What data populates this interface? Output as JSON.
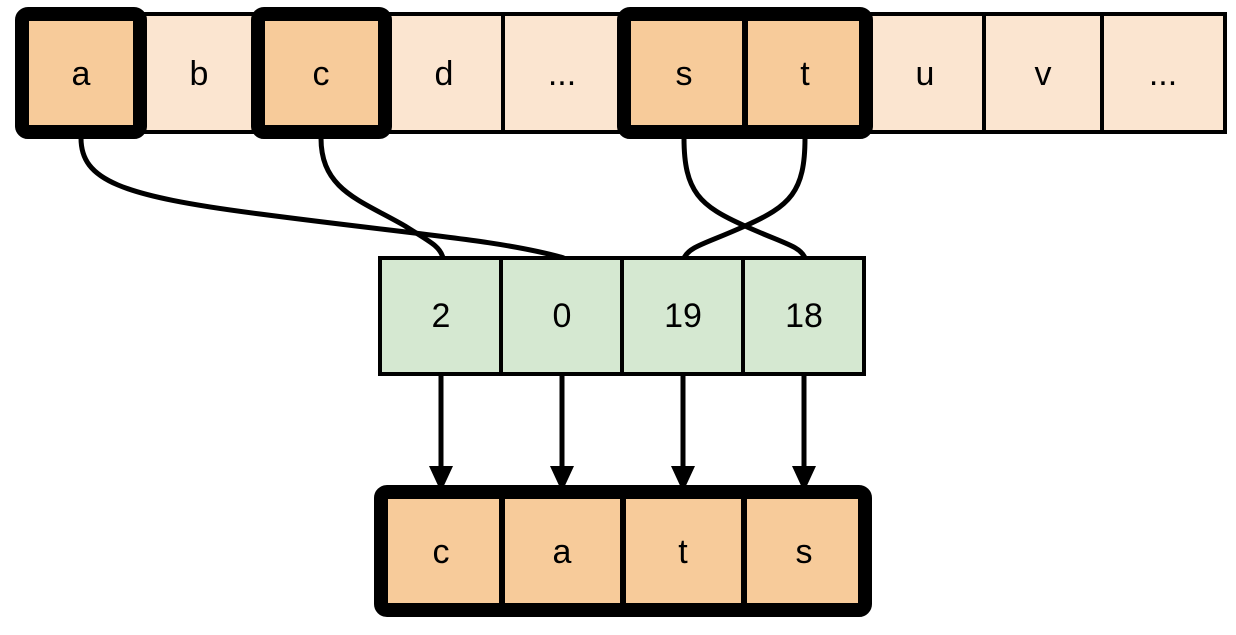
{
  "title": "Character index lookup diagram",
  "colors": {
    "highlight_fill": "#f7cb9a",
    "plain_fill": "#fbe5d0",
    "index_fill": "#d5e8d1",
    "result_fill": "#f7cb9a",
    "stroke": "#000000",
    "background": "#ffffff"
  },
  "alphabet_row": {
    "name": "alphabet-strip",
    "cells": [
      {
        "label": "a",
        "highlighted": true
      },
      {
        "label": "b",
        "highlighted": false
      },
      {
        "label": "c",
        "highlighted": true
      },
      {
        "label": "d",
        "highlighted": false
      },
      {
        "label": "...",
        "highlighted": false
      },
      {
        "label": "s",
        "highlighted": true
      },
      {
        "label": "t",
        "highlighted": true
      },
      {
        "label": "u",
        "highlighted": false
      },
      {
        "label": "v",
        "highlighted": false
      },
      {
        "label": "...",
        "highlighted": false
      }
    ]
  },
  "index_row": {
    "name": "index-array",
    "cells": [
      {
        "value": "2"
      },
      {
        "value": "0"
      },
      {
        "value": "19"
      },
      {
        "value": "18"
      }
    ]
  },
  "result_row": {
    "name": "result-word",
    "cells": [
      {
        "label": "c"
      },
      {
        "label": "a"
      },
      {
        "label": "t"
      },
      {
        "label": "s"
      }
    ]
  },
  "links": [
    {
      "from": "a",
      "to": "1",
      "kind": "curve"
    },
    {
      "from": "c",
      "to": "0",
      "kind": "curve"
    },
    {
      "from": "s",
      "to": "3",
      "kind": "curve"
    },
    {
      "from": "t",
      "to": "2",
      "kind": "curve"
    }
  ],
  "arrows": [
    {
      "from_index": "2",
      "to_letter": "c"
    },
    {
      "from_index": "0",
      "to_letter": "a"
    },
    {
      "from_index": "19",
      "to_letter": "t"
    },
    {
      "from_index": "18",
      "to_letter": "s"
    }
  ]
}
